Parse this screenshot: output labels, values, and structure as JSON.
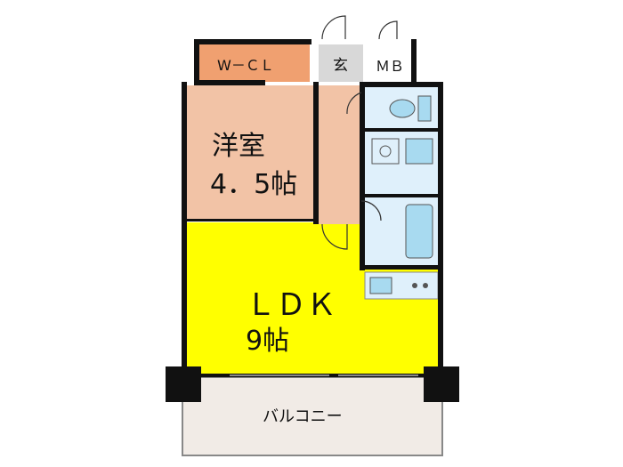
{
  "rooms": {
    "wcl": "W－ＣＬ",
    "genkan": "玄",
    "mb": "ＭＢ",
    "yoshitsu_name": "洋室",
    "yoshitsu_size": "4．5帖",
    "ldk_name": "ＬＤＫ",
    "ldk_size": "9帖",
    "balcony": "バルコニー"
  },
  "colors": {
    "wcl": "#f0a070",
    "genkan": "#d8d8d8",
    "mb": "#ffffff",
    "yoshitsu": "#f2c3a6",
    "hallway": "#f2c3a6",
    "wet_area": "#dff0fb",
    "fixture": "#a8daf0",
    "ldk": "#ffff00",
    "balcony": "#f1ebe6",
    "wall": "#111111"
  }
}
